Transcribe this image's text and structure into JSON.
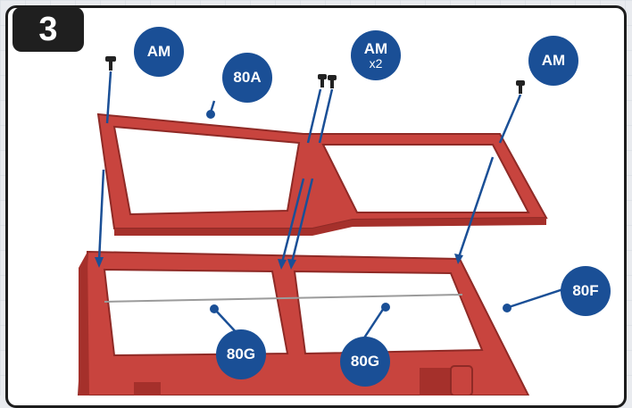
{
  "step": {
    "number": "3"
  },
  "callouts": {
    "am_left": {
      "label": "AM",
      "qty": ""
    },
    "am_middle": {
      "label": "AM",
      "qty": "x2"
    },
    "am_right": {
      "label": "AM",
      "qty": ""
    },
    "part_80a": {
      "label": "80A"
    },
    "part_80f": {
      "label": "80F"
    },
    "part_80g_left": {
      "label": "80G"
    },
    "part_80g_right": {
      "label": "80G"
    }
  },
  "colors": {
    "part_red": "#c8443e",
    "part_dark": "#a5302b",
    "callout_blue": "#1a4f96",
    "step_bg": "#1f1f1f"
  }
}
